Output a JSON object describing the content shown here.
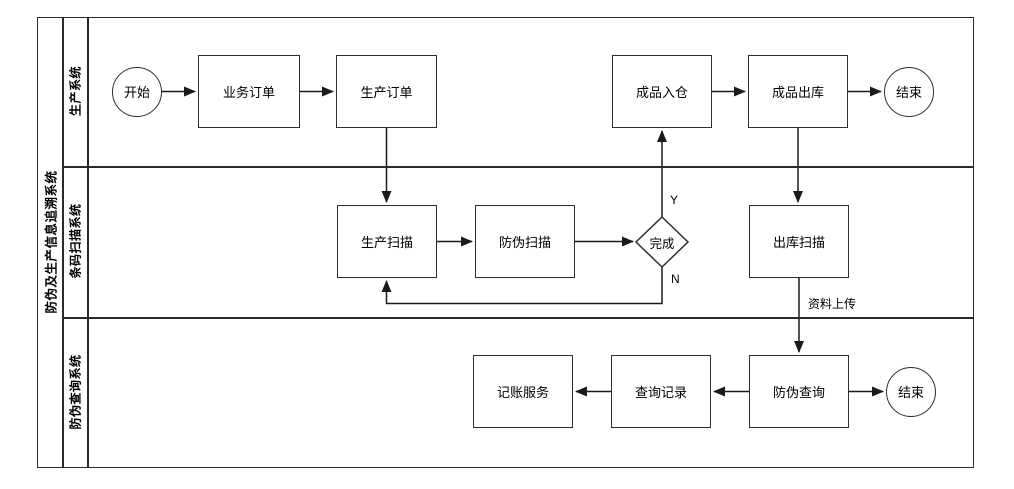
{
  "diagram": {
    "pool_title": "防伪及生产信息追溯系统",
    "lanes": [
      {
        "label": "生产系统"
      },
      {
        "label": "条码扫描系统"
      },
      {
        "label": "防伪查询系统"
      }
    ],
    "nodes": {
      "start": {
        "label": "开始",
        "type": "circle"
      },
      "business_order": {
        "label": "业务订单",
        "type": "box"
      },
      "production_order": {
        "label": "生产订单",
        "type": "box"
      },
      "finished_in": {
        "label": "成品入仓",
        "type": "box"
      },
      "finished_out": {
        "label": "成品出库",
        "type": "box"
      },
      "end_production": {
        "label": "结束",
        "type": "circle"
      },
      "production_scan": {
        "label": "生产扫描",
        "type": "box"
      },
      "anti_fake_scan": {
        "label": "防伪扫描",
        "type": "box"
      },
      "complete_decision": {
        "label": "完成",
        "type": "diamond"
      },
      "outbound_scan": {
        "label": "出库扫描",
        "type": "box"
      },
      "accounting_service": {
        "label": "记账服务",
        "type": "box"
      },
      "query_record": {
        "label": "查询记录",
        "type": "box"
      },
      "anti_fake_query": {
        "label": "防伪查询",
        "type": "box"
      },
      "end_query": {
        "label": "结束",
        "type": "circle"
      }
    },
    "edge_labels": {
      "yes": "Y",
      "no": "N",
      "upload": "资料上传"
    },
    "colors": {
      "line": "#1a1a1a",
      "node_border": "#2e2e2e",
      "background": "#ffffff"
    }
  }
}
